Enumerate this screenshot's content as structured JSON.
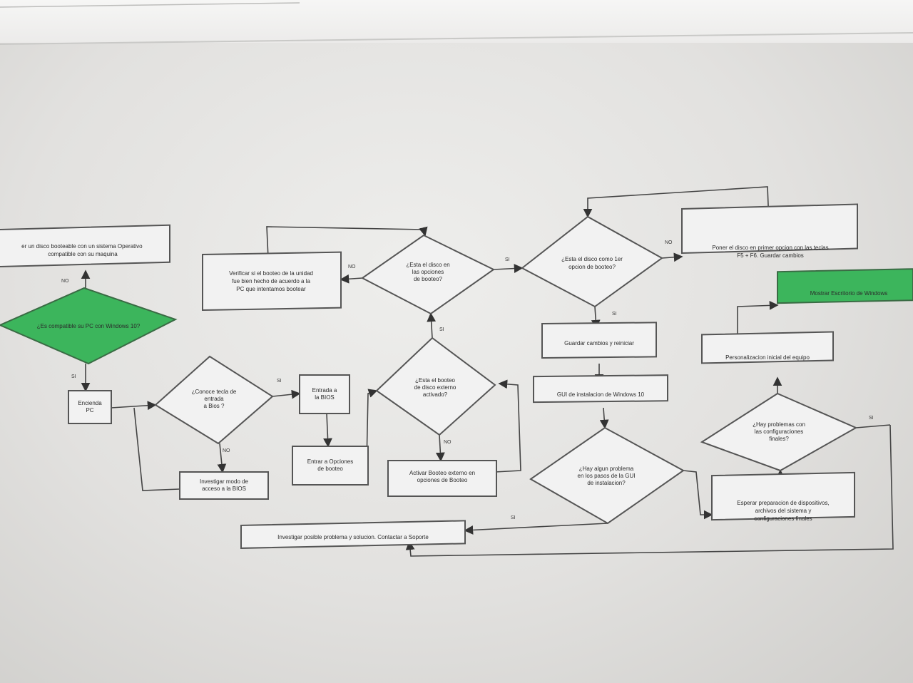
{
  "flowchart": {
    "start_question": "¿Es compatible su PC con Windows 10?",
    "get_disk": "er un disco booteable con un sistema Operativo compatible con su maquina",
    "power_on": "Encienda PC",
    "know_key": "¿Conoce tecla de entrada a Bios ?",
    "enter_bios": "Entrada a la BIOS",
    "investigate_bios": "Investigar modo de acceso a la BIOS",
    "boot_options": "Entrar a Opciones de booteo",
    "external_boot_q": "¿Esta el booteo de disco externo activado?",
    "activate_external": "Activar Booteo externo en opciones de Booteo",
    "disk_in_options_q": "¿Esta el disco en las opciones de booteo?",
    "verify_disk": "Verificar si el booteo de la unidad fue bien hecho de acuerdo a la PC que intentamos bootear",
    "first_option_q": "¿Esta el disco como 1er opcion de booteo?",
    "set_first": "Poner el disco en primer opcion con las teclas F5 + F6. Guardar cambios",
    "save_restart": "Guardar cambios y reiniciar",
    "gui_install": "GUI de instalacion de Windows 10",
    "problem_q": "¿Hay algun problema en los pasos de la GUI de instalacion?",
    "investigate_support": "Investigar posible problema y solucion. Contactar a Soporte",
    "wait_prep": "Esperar preparacion de dispositivos, archivos del sistema y configuraciones finales",
    "final_config_q": "¿Hay problemas con las configuraciones finales?",
    "personalize": "Personalizacion inicial del equipo",
    "show_desktop": "Mostrar Escritorio de Windows",
    "label_si": "SI",
    "label_no": "NO"
  },
  "colors": {
    "green": "#3cb55c",
    "line": "#444444",
    "box": "#f2f2f2"
  }
}
